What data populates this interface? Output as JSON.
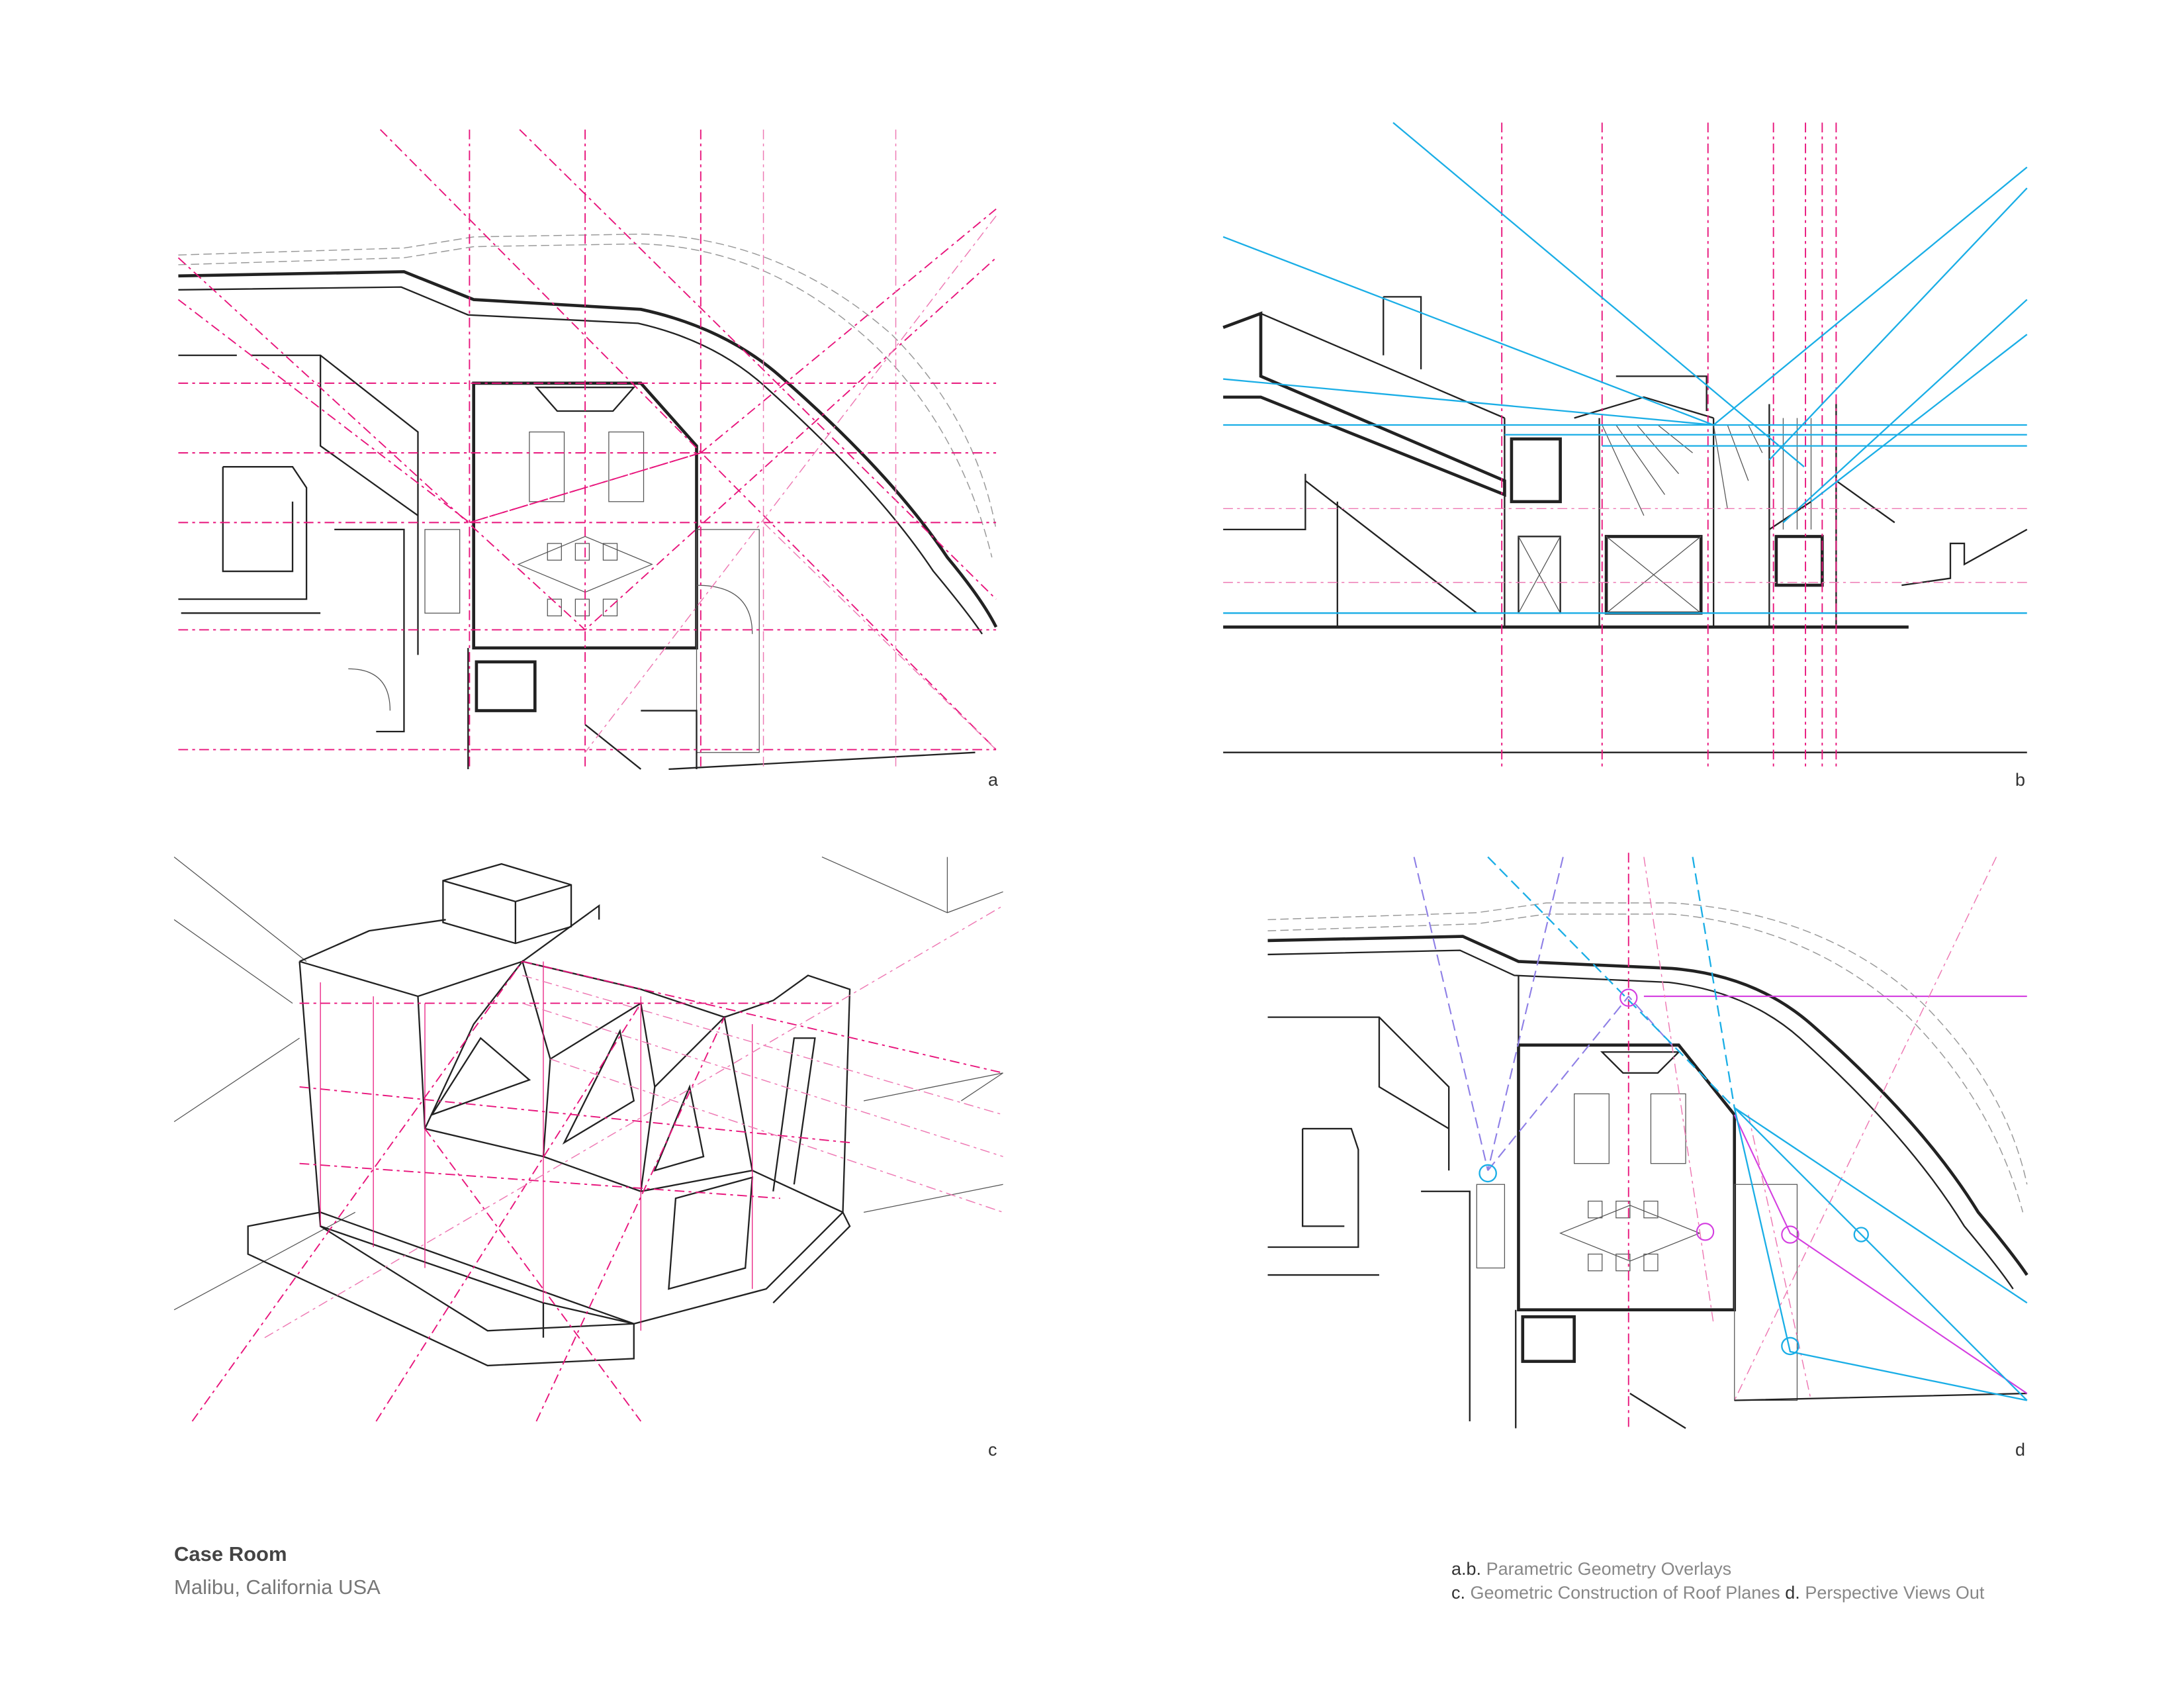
{
  "project": {
    "title": "Case Room",
    "location": "Malibu, California USA"
  },
  "panels": [
    {
      "label": "a"
    },
    {
      "label": "b"
    },
    {
      "label": "c"
    },
    {
      "label": "d"
    }
  ],
  "captions": {
    "line1": {
      "key": "a.b.",
      "text": "Parametric Geometry Overlays"
    },
    "line2a": {
      "key": "c.",
      "text": "Geometric Construction of Roof Planes"
    },
    "line2b": {
      "key": "d.",
      "text": "Perspective Views Out"
    }
  },
  "colors": {
    "overlay_magenta": "#e8157c",
    "overlay_cyan": "#1aaee6",
    "overlay_purple": "#8e7fe6",
    "linework": "#222222"
  }
}
